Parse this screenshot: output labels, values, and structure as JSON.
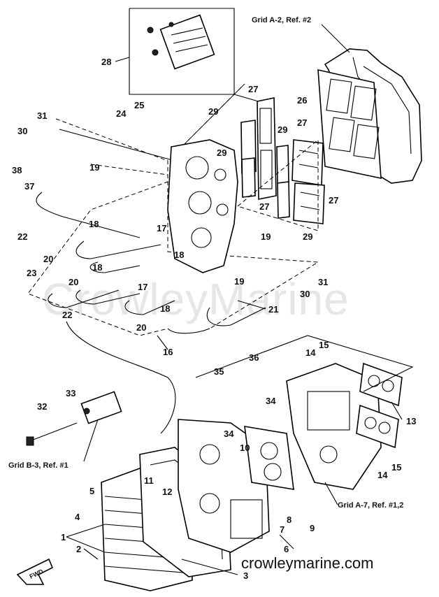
{
  "references": {
    "grid_a2": "Grid A-2, Ref. #2",
    "grid_b3": "Grid B-3, Ref. #1",
    "grid_a7": "Grid A-7, Ref. #1,2"
  },
  "watermark": "CrowleyMarine",
  "website": "crowleymarine.com",
  "fwd_label": "FWD",
  "callouts": {
    "c1": "1",
    "c2": "2",
    "c3": "3",
    "c4": "4",
    "c5": "5",
    "c6": "6",
    "c7": "7",
    "c8": "8",
    "c9": "9",
    "c10": "10",
    "c11": "11",
    "c12": "12",
    "c13": "13",
    "c14a": "14",
    "c14b": "14",
    "c15a": "15",
    "c15b": "15",
    "c16": "16",
    "c17a": "17",
    "c17b": "17",
    "c18a": "18",
    "c18b": "18",
    "c18c": "18",
    "c18d": "18",
    "c19a": "19",
    "c19b": "19",
    "c19c": "19",
    "c20a": "20",
    "c20b": "20",
    "c20c": "20",
    "c21": "21",
    "c22a": "22",
    "c22b": "22",
    "c23": "23",
    "c24": "24",
    "c25": "25",
    "c26": "26",
    "c27a": "27",
    "c27b": "27",
    "c27c": "27",
    "c27d": "27",
    "c28": "28",
    "c29a": "29",
    "c29b": "29",
    "c29c": "29",
    "c29d": "29",
    "c30a": "30",
    "c30b": "30",
    "c31a": "31",
    "c31b": "31",
    "c32": "32",
    "c33": "33",
    "c34a": "34",
    "c34b": "34",
    "c35": "35",
    "c36": "36",
    "c37": "37",
    "c38": "38"
  }
}
